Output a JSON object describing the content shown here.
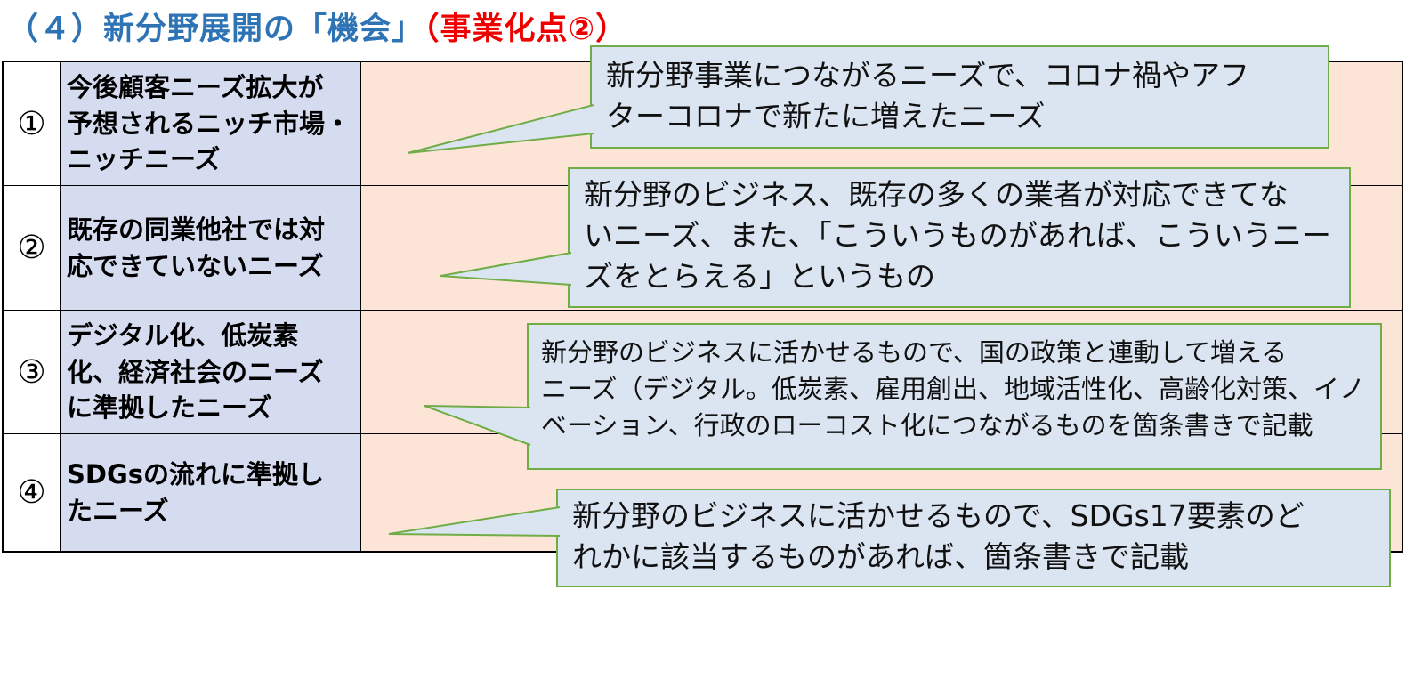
{
  "title": {
    "main": "（４）新分野展開の「機会」",
    "accent": "（事業化点②）"
  },
  "table": {
    "rows": [
      {
        "num": "①",
        "label": "今後顧客ニーズ拡大が\n予想されるニッチ市場・\nニッチニーズ",
        "content": ""
      },
      {
        "num": "②",
        "label": "既存の同業他社では対\n応できていないニーズ",
        "content": ""
      },
      {
        "num": "③",
        "label": "デジタル化、低炭素\n化、経済社会のニーズ\nに準拠したニーズ",
        "content": ""
      },
      {
        "num": "④",
        "label": "SDGsの流れに準拠し\nたニーズ",
        "content": ""
      }
    ]
  },
  "callouts": [
    {
      "text": "新分野事業につながるニーズで、コロナ禍やアフ\nターコロナで新たに増えたニーズ"
    },
    {
      "text": "新分野のビジネス、既存の多くの業者が対応できてな\nいニーズ、また、「こういうものがあれば、こういうニー\nズをとらえる」というもの"
    },
    {
      "text": "新分野のビジネスに活かせるもので、国の政策と連動して増える\nニーズ（デジタル。低炭素、雇用創出、地域活性化、高齢化対策、イノ\nベーション、行政のローコスト化につながるものを箇条書きで記載"
    },
    {
      "text": "新分野のビジネスに活かせるもので、SDGs17要素のど\nれかに該当するものがあれば、箇条書きで記載"
    }
  ],
  "colors": {
    "title_blue": "#2e74b5",
    "title_red": "#ee0000",
    "label_cell_fill": "#d6dcf0",
    "content_cell_fill": "#fce4d6",
    "callout_fill": "#dbe5f1",
    "callout_border": "#70ad47",
    "table_border": "#000000"
  }
}
